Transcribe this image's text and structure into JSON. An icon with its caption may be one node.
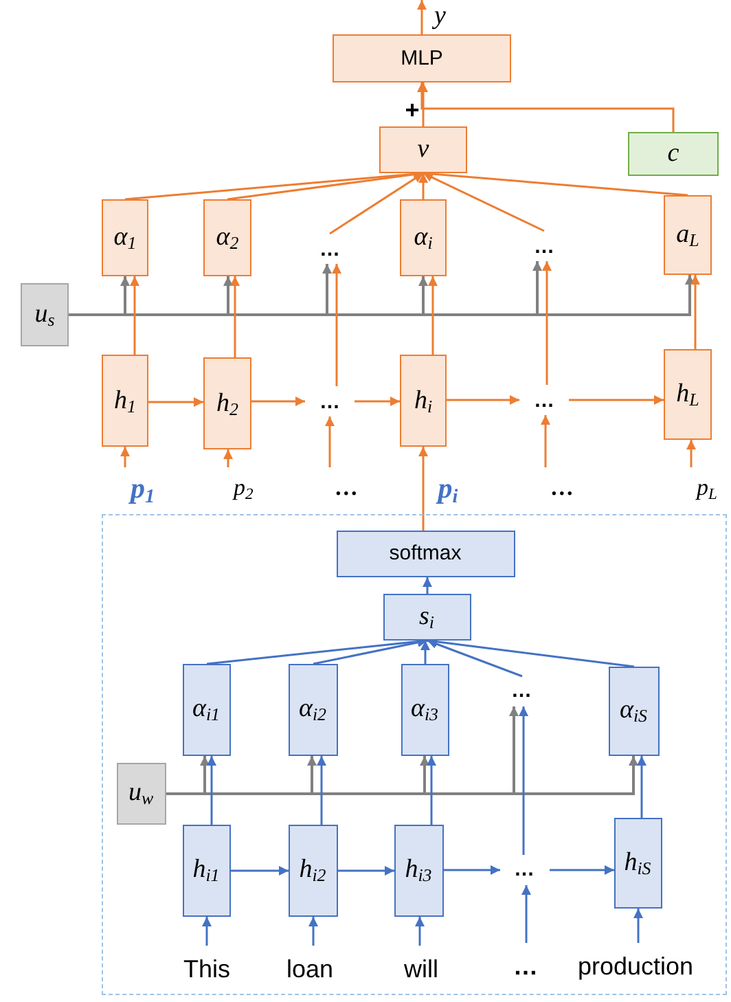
{
  "diagram": {
    "nodes": [
      {
        "text": [
          "MLP"
        ]
      },
      {
        "text": [
          "v"
        ]
      },
      {
        "text": [
          "c"
        ]
      },
      {
        "text": [
          "α$_{1}$"
        ]
      },
      {
        "text": [
          "α$_{2}$"
        ]
      },
      {
        "text": [
          "…"
        ]
      },
      {
        "text": [
          "α$_{i}$"
        ]
      },
      {
        "text": [
          "…"
        ]
      },
      {
        "text": [
          "a$_{L}$"
        ]
      },
      {
        "text": [
          "u$_{s}$"
        ]
      },
      {
        "text": [
          "h$_{1}$"
        ]
      },
      {
        "text": [
          "h$_{2}$"
        ]
      },
      {
        "text": [
          "…"
        ]
      },
      {
        "text": [
          "h$_{i}$"
        ]
      },
      {
        "text": [
          "…"
        ]
      },
      {
        "text": [
          "h$_{L}$"
        ]
      },
      {
        "text": [
          "p$_{1}$"
        ]
      },
      {
        "text": [
          "p$_{2}$"
        ]
      },
      {
        "text": [
          "…"
        ]
      },
      {
        "text": [
          "…"
        ]
      },
      {
        "text": [
          "p$_{L}$"
        ]
      },
      {
        "text": [],
        "shape": "box"
      },
      {
        "text": [
          "softmax"
        ],
        "in": 21
      },
      {
        "text": [
          "s$_{i}$"
        ],
        "in": 21
      },
      {
        "text": [
          "α$_{i1}$"
        ],
        "in": 21
      },
      {
        "text": [
          "α$_{i2}$"
        ],
        "in": 21
      },
      {
        "text": [
          "α$_{i3}$"
        ],
        "in": 21
      },
      {
        "text": [
          "…"
        ],
        "in": 21
      },
      {
        "text": [
          "α$_{iS}$"
        ],
        "in": 21
      },
      {
        "text": [
          "u$_{w}$"
        ],
        "in": 21
      },
      {
        "text": [
          "h$_{i1}$"
        ],
        "in": 21
      },
      {
        "text": [
          "h$_{i2}$"
        ],
        "in": 21
      },
      {
        "text": [
          "h$_{i3}$"
        ],
        "in": 21
      },
      {
        "text": [
          "…"
        ],
        "in": 21
      },
      {
        "text": [
          "h$_{iS}$"
        ],
        "in": 21
      },
      {
        "text": [
          "This"
        ],
        "in": 21
      },
      {
        "text": [
          "loan"
        ],
        "in": 21
      },
      {
        "text": [
          "will"
        ],
        "in": 21
      },
      {
        "text": [
          "…"
        ],
        "in": 21
      },
      {
        "text": [
          "production"
        ],
        "in": 21
      },
      {
        "text": [
          "y"
        ]
      }
    ],
    "edges": [
      {
        "from": 0,
        "to": 40,
        "arrow": "to"
      },
      {
        "from": 1,
        "to": 0,
        "arrow": "to"
      },
      {
        "from": 2,
        "to": 0,
        "arrow": "to"
      },
      {
        "from": 3,
        "to": 1,
        "arrow": "to"
      },
      {
        "from": 4,
        "to": 1,
        "arrow": "to"
      },
      {
        "from": 5,
        "to": 1,
        "arrow": "to"
      },
      {
        "from": 6,
        "to": 1,
        "arrow": "to"
      },
      {
        "from": 7,
        "to": 1,
        "arrow": "to"
      },
      {
        "from": 8,
        "to": 1,
        "arrow": "to"
      },
      {
        "from": 9,
        "to": 3,
        "arrow": "to",
        "color": "#808080"
      },
      {
        "from": 9,
        "to": 4,
        "arrow": "to",
        "color": "#808080"
      },
      {
        "from": 9,
        "to": 5,
        "arrow": "to",
        "color": "#808080"
      },
      {
        "from": 9,
        "to": 6,
        "arrow": "to",
        "color": "#808080"
      },
      {
        "from": 9,
        "to": 7,
        "arrow": "to",
        "color": "#808080"
      },
      {
        "from": 9,
        "to": 8,
        "arrow": "to",
        "color": "#808080"
      },
      {
        "from": 10,
        "to": 3,
        "arrow": "to"
      },
      {
        "from": 11,
        "to": 4,
        "arrow": "to"
      },
      {
        "from": 12,
        "to": 5,
        "arrow": "to"
      },
      {
        "from": 13,
        "to": 6,
        "arrow": "to"
      },
      {
        "from": 14,
        "to": 7,
        "arrow": "to"
      },
      {
        "from": 15,
        "to": 8,
        "arrow": "to"
      },
      {
        "from": 10,
        "to": 11,
        "arrow": "to"
      },
      {
        "from": 11,
        "to": 12,
        "arrow": "to"
      },
      {
        "from": 12,
        "to": 13,
        "arrow": "to"
      },
      {
        "from": 13,
        "to": 14,
        "arrow": "to"
      },
      {
        "from": 14,
        "to": 15,
        "arrow": "to"
      },
      {
        "from": 16,
        "to": 10,
        "arrow": "to"
      },
      {
        "from": 17,
        "to": 11,
        "arrow": "to"
      },
      {
        "from": 18,
        "to": 12,
        "arrow": "to"
      },
      {
        "from": 19,
        "to": 14,
        "arrow": "to"
      },
      {
        "from": 20,
        "to": 15,
        "arrow": "to"
      },
      {
        "from": 22,
        "to": 13,
        "arrow": "to"
      },
      {
        "from": 23,
        "to": 22,
        "arrow": "to",
        "color": "#4472c4"
      },
      {
        "from": 24,
        "to": 23,
        "arrow": "to",
        "color": "#4472c4"
      },
      {
        "from": 25,
        "to": 23,
        "arrow": "to",
        "color": "#4472c4"
      },
      {
        "from": 26,
        "to": 23,
        "arrow": "to",
        "color": "#4472c4"
      },
      {
        "from": 27,
        "to": 23,
        "arrow": "to",
        "color": "#4472c4"
      },
      {
        "from": 28,
        "to": 23,
        "arrow": "to",
        "color": "#4472c4"
      },
      {
        "from": 29,
        "to": 24,
        "arrow": "to",
        "color": "#808080"
      },
      {
        "from": 29,
        "to": 25,
        "arrow": "to",
        "color": "#808080"
      },
      {
        "from": 29,
        "to": 26,
        "arrow": "to",
        "color": "#808080"
      },
      {
        "from": 29,
        "to": 27,
        "arrow": "to",
        "color": "#808080"
      },
      {
        "from": 29,
        "to": 28,
        "arrow": "to",
        "color": "#808080"
      },
      {
        "from": 30,
        "to": 24,
        "arrow": "to",
        "color": "#4472c4"
      },
      {
        "from": 31,
        "to": 25,
        "arrow": "to",
        "color": "#4472c4"
      },
      {
        "from": 32,
        "to": 26,
        "arrow": "to",
        "color": "#4472c4"
      },
      {
        "from": 33,
        "to": 27,
        "arrow": "to",
        "color": "#4472c4"
      },
      {
        "from": 34,
        "to": 28,
        "arrow": "to",
        "color": "#4472c4"
      },
      {
        "from": 30,
        "to": 31,
        "arrow": "to",
        "color": "#4472c4"
      },
      {
        "from": 31,
        "to": 32,
        "arrow": "to",
        "color": "#4472c4"
      },
      {
        "from": 32,
        "to": 33,
        "arrow": "to",
        "color": "#4472c4"
      },
      {
        "from": 33,
        "to": 34,
        "arrow": "to",
        "color": "#4472c4"
      },
      {
        "from": 35,
        "to": 30,
        "arrow": "to",
        "color": "#4472c4"
      },
      {
        "from": 36,
        "to": 31,
        "arrow": "to",
        "color": "#4472c4"
      },
      {
        "from": 37,
        "to": 32,
        "arrow": "to",
        "color": "#4472c4"
      },
      {
        "from": 38,
        "to": 33,
        "arrow": "to",
        "color": "#4472c4"
      },
      {
        "from": 39,
        "to": 34,
        "arrow": "to",
        "color": "#4472c4"
      }
    ],
    "labels": [
      "+",
      "p$_{i}$"
    ]
  }
}
